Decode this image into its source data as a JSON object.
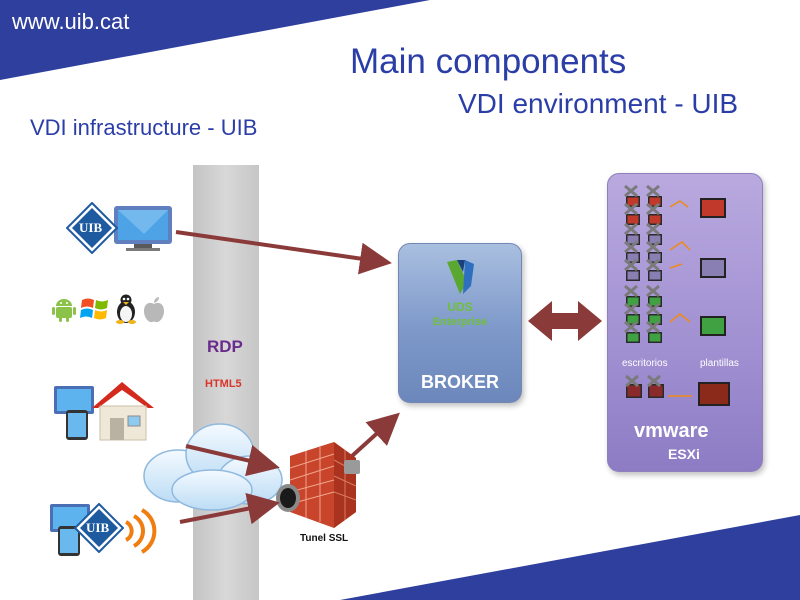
{
  "header": {
    "site": "www.uib.cat"
  },
  "slide": {
    "title": "Main components",
    "subtitle": "VDI environment - UIB",
    "section_label": "VDI infrastructure - UIB"
  },
  "firewall": {
    "protocol1": "RDP",
    "protocol2": "HTML5"
  },
  "clients": {
    "uib_logo_text": "UIB",
    "uib_logo_text_2": "UIB",
    "os_icons": [
      "android-icon",
      "windows-icon",
      "linux-icon",
      "apple-icon"
    ]
  },
  "tunnel": {
    "label": "Tunel SSL"
  },
  "broker": {
    "logo_line1": "UDS",
    "logo_line2": "Enterprise",
    "label": "BROKER"
  },
  "esxi": {
    "col_label_left": "escritorios",
    "col_label_right": "plantillas",
    "brand": "vmware",
    "product": "ESXi"
  },
  "colors": {
    "title_blue": "#2b3ea8",
    "band_blue": "#2f3f9e",
    "arrow_red": "#8b3a3a",
    "firewall_gray": "#cfcfcf",
    "rdp_purple": "#6a2c8c",
    "html5_red": "#d9352a",
    "uds_green": "#6fbf3a"
  }
}
